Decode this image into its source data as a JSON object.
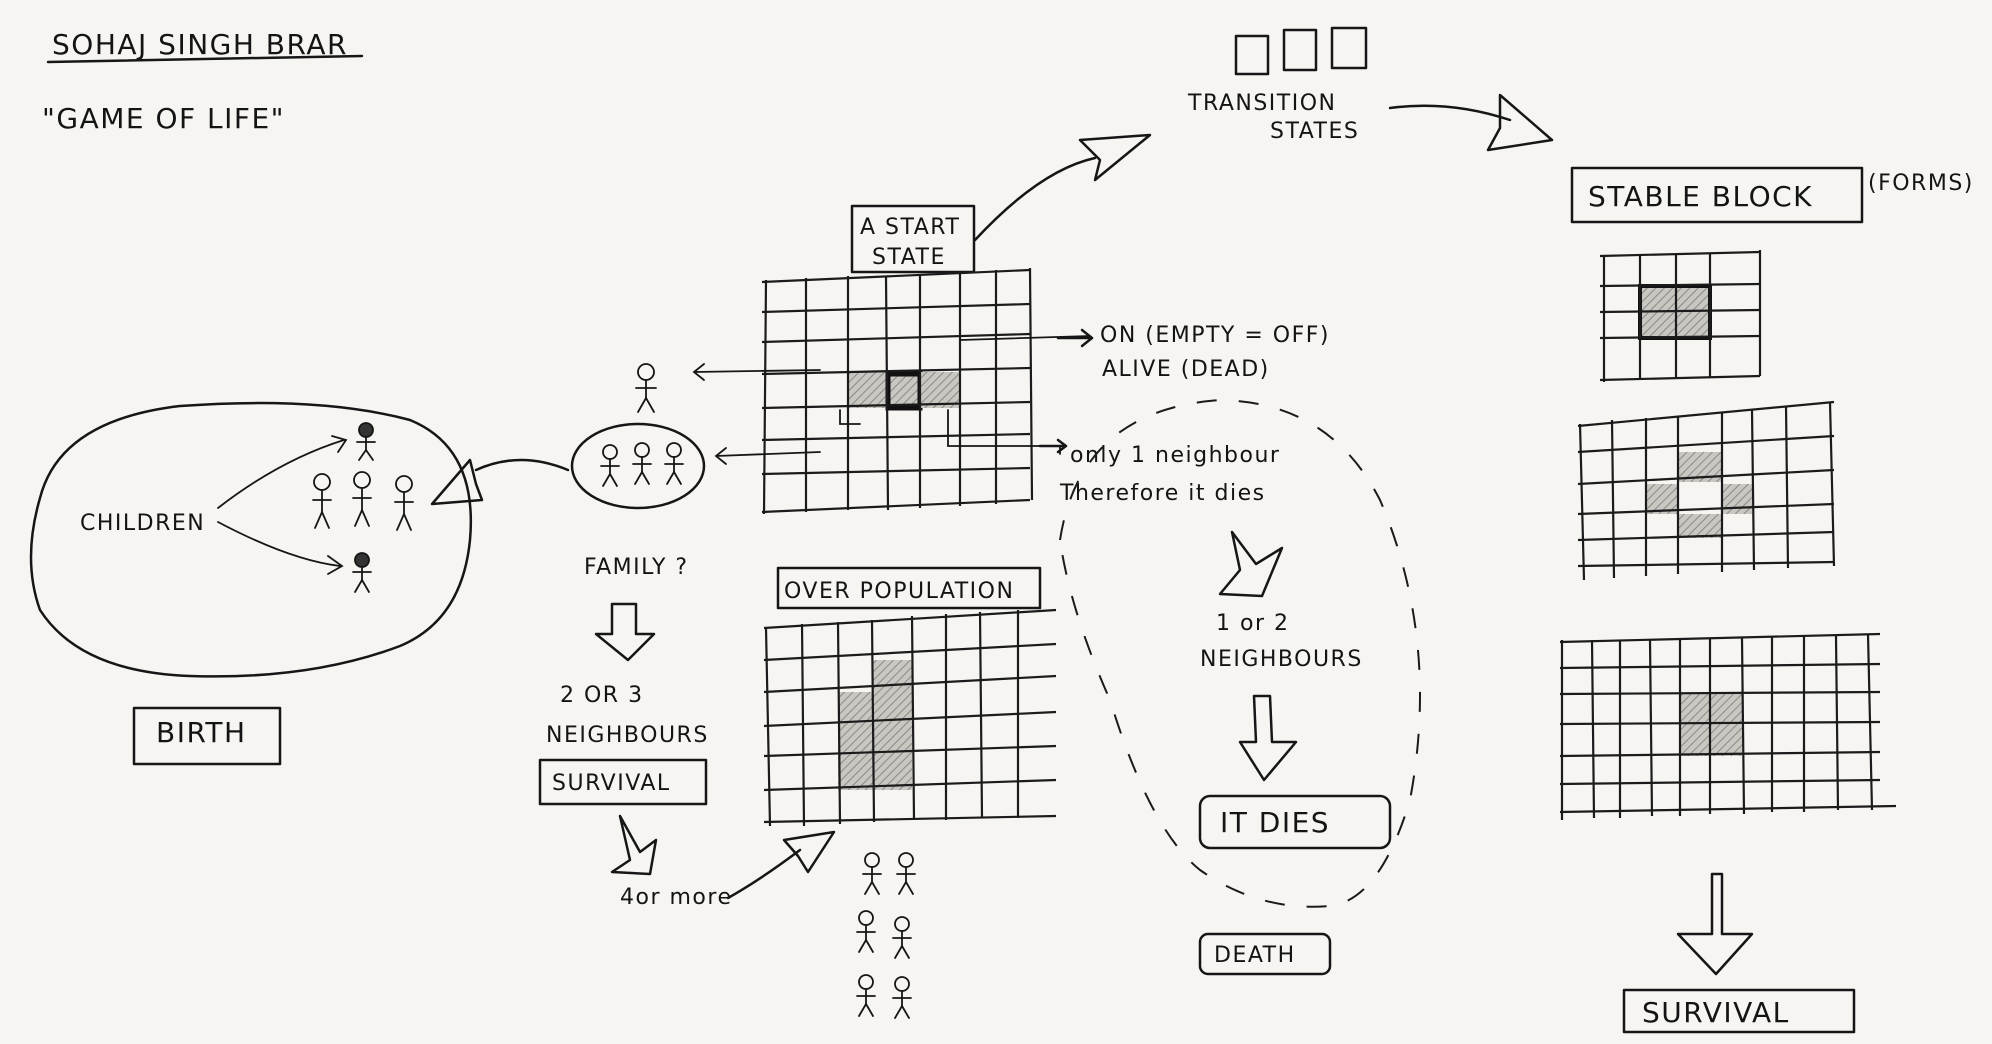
{
  "author": "SOHAJ SINGH BRAR",
  "title": "\"GAME OF LIFE\"",
  "labels": {
    "transition_states": [
      "TRANSITION",
      "STATES"
    ],
    "stable_block": "STABLE BLOCK",
    "forms": "(FORMS)",
    "start_state": [
      "A START",
      "STATE"
    ],
    "on_empty_off": "ON (EMPTY = OFF)",
    "alive_dead": "ALIVE (DEAD)",
    "only_one_neighbour": "only 1 neighbour",
    "therefore_it_dies": "Therefore it dies",
    "children": "CHILDREN",
    "family": "FAMILY ?",
    "birth": "BIRTH",
    "two_or_three": "2 OR 3",
    "neighbours": "NEIGHBOURS",
    "survival_left": "SURVIVAL",
    "four_or_more": "4or more",
    "over_population": "OVER POPULATION",
    "one_or_two": "1 or 2",
    "neighbours_right": "NEIGHBOURS",
    "it_dies": "IT DIES",
    "death": "DEATH",
    "survival_right": "SURVIVAL"
  }
}
